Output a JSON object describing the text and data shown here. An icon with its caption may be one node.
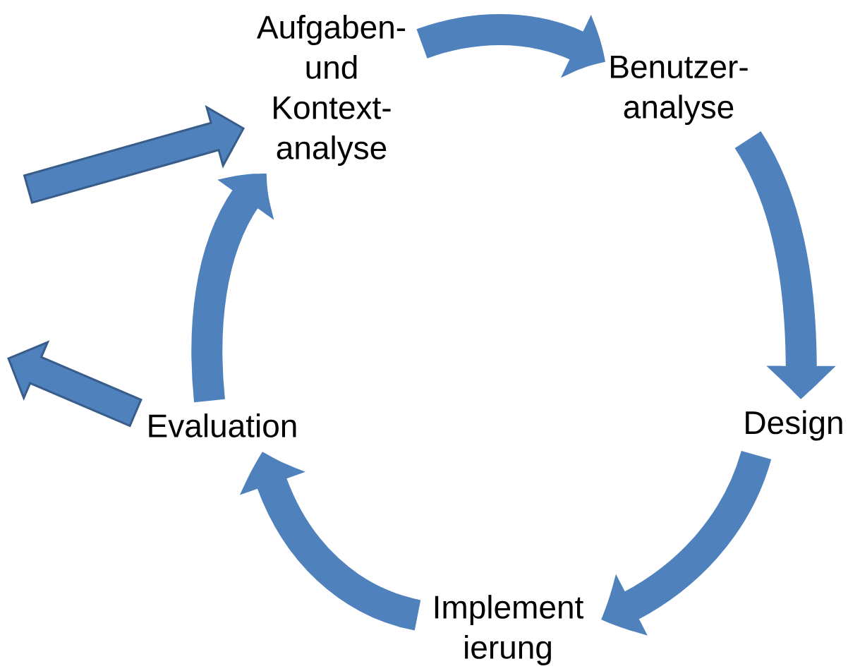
{
  "diagram": {
    "nodes": [
      {
        "text": [
          "Aufgaben- und Kontext- analyse"
        ]
      },
      {
        "text": [
          "Benutzer- analyse"
        ]
      },
      {
        "text": [
          "Design"
        ]
      },
      {
        "text": [
          "Implement ierung"
        ]
      },
      {
        "text": [
          "Evaluation"
        ]
      }
    ],
    "edges": [
      {
        "from": 0,
        "to": 1,
        "arrow": "to"
      },
      {
        "from": 1,
        "to": 2,
        "arrow": "to"
      },
      {
        "from": 2,
        "to": 3,
        "arrow": "to"
      },
      {
        "from": 3,
        "to": 4,
        "arrow": "to"
      },
      {
        "from": 4,
        "to": 0,
        "arrow": "to"
      },
      {
        "from": 4,
        "to": null,
        "arrow": "to",
        "color": "#385d8a"
      },
      {
        "from": null,
        "to": 0,
        "arrow": "to",
        "color": "#385d8a"
      }
    ]
  }
}
